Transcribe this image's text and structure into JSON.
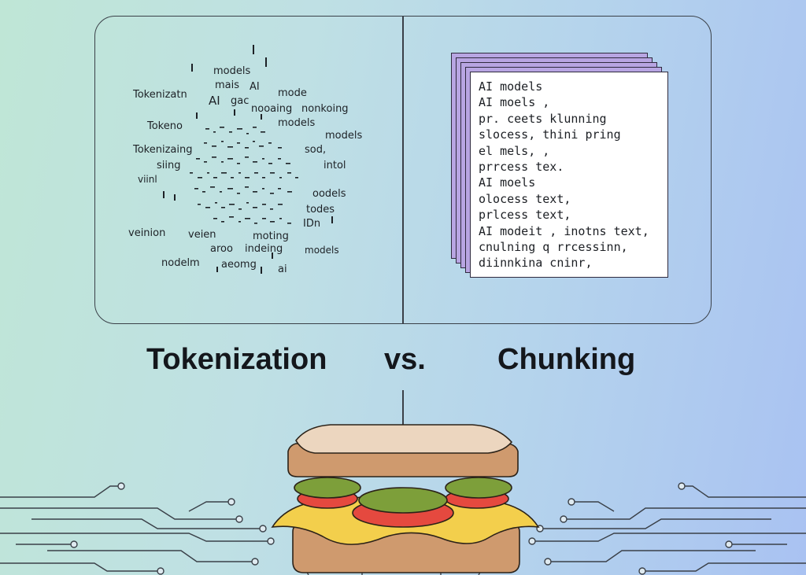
{
  "tokenization": {
    "words": [
      "models",
      "AI",
      "mais",
      "AI",
      "mode",
      "Tokenizatn",
      "AI",
      "gac",
      "nooaing",
      "nonkoing",
      "Tokeno",
      "models",
      "models",
      "Tokenizaing",
      "sod,",
      "siing",
      "intol",
      "viinl",
      "oodels",
      "todes",
      "veinion",
      "veien",
      "moting",
      "IDn",
      "aroo",
      "indeing",
      "models",
      "nodelm",
      "aeomg",
      "ai"
    ]
  },
  "chunking": {
    "lines": [
      "AI models",
      "AI moels ,",
      "pr. ceets  klunning",
      "slocess, thini pring",
      "el mels, ,",
      "prrcess tex.",
      "AI moels",
      "olocess text,",
      "prlcess text,",
      "AI modeit , inotns text,",
      "cnulning q rrcessinn,",
      "diinnkina cninr,"
    ]
  },
  "labels": {
    "left": "Tokenization",
    "middle": "vs.",
    "right": "Chunking"
  },
  "colors": {
    "bread": "#d8b28e",
    "bread_top": "#ecd6bf",
    "lettuce": "#7d9f3a",
    "tomato": "#e5493f",
    "cheese": "#f3cf4c",
    "paper_back": "#b8a5e2"
  }
}
